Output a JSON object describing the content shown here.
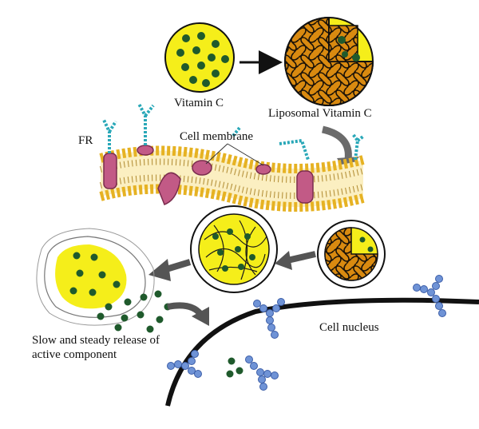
{
  "labels": {
    "vitamin_c": "Vitamin C",
    "liposomal_vitamin_c": "Liposomal Vitamin C",
    "fr": "FR",
    "cell_membrane": "Cell membrane",
    "cell_nucleus": "Cell nucleus",
    "release_line1": "Slow and steady release of",
    "release_line2": "active component"
  },
  "colors": {
    "vitamin_yellow": "#f5ee1a",
    "dot_green": "#1f5a2c",
    "liposome_orange": "#d98a10",
    "membrane_head": "#f2c230",
    "receptor_magenta": "#c25a86",
    "antenna_teal": "#2aa8b8",
    "nucleus_receptor_blue": "#6f93d6",
    "arrow_gray": "#555555"
  }
}
